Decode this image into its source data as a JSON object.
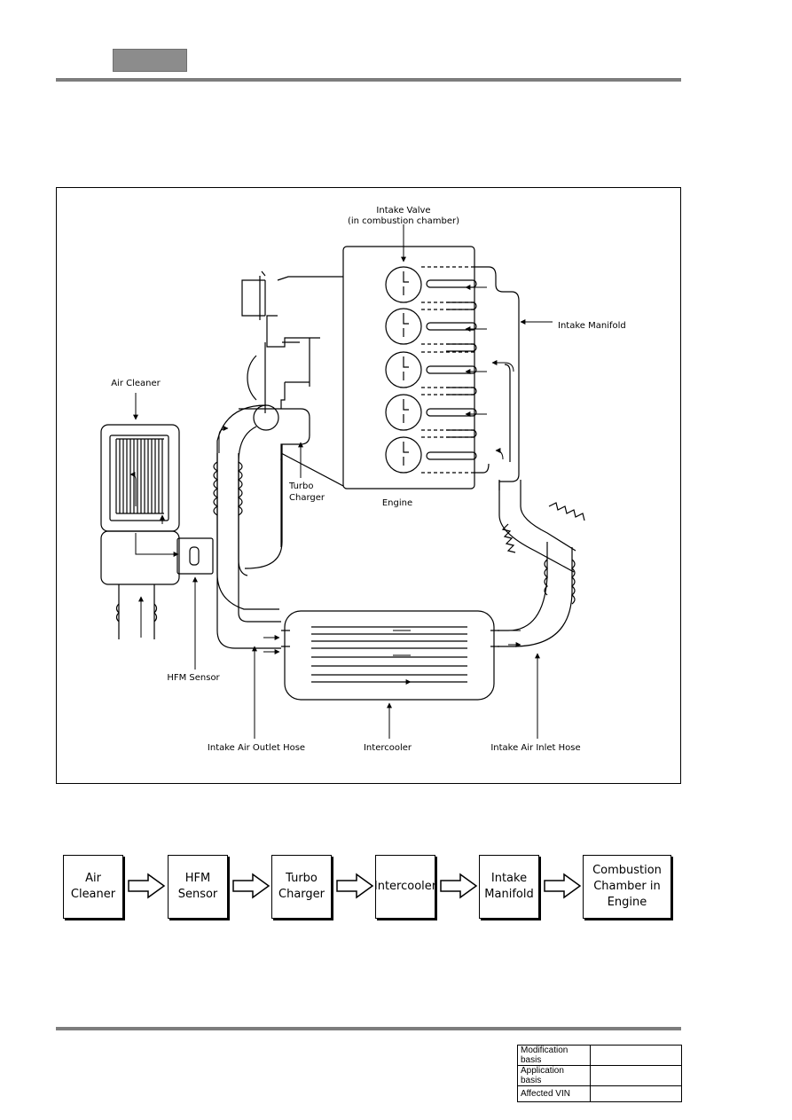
{
  "diagram": {
    "labels": {
      "intake_valve": "Intake Valve",
      "intake_valve_sub": "(in combustion chamber)",
      "intake_manifold": "Intake Manifold",
      "air_cleaner": "Air Cleaner",
      "turbo_charger_1": "Turbo",
      "turbo_charger_2": "Charger",
      "engine": "Engine",
      "hfm_sensor": "HFM Sensor",
      "intake_air_outlet_hose": "Intake Air Outlet Hose",
      "intercooler": "Intercooler",
      "intake_air_inlet_hose": "Intake Air Inlet Hose"
    }
  },
  "flow": {
    "steps": [
      "Air\nCleaner",
      "HFM\nSensor",
      "Turbo\nCharger",
      "Intercooler",
      "Intake\nManifold",
      "Combustion\nChamber in\nEngine"
    ]
  },
  "info_table": {
    "rows": [
      {
        "label": "Modification basis",
        "value": ""
      },
      {
        "label": "Application basis",
        "value": ""
      },
      {
        "label": "Affected VIN",
        "value": ""
      }
    ]
  }
}
